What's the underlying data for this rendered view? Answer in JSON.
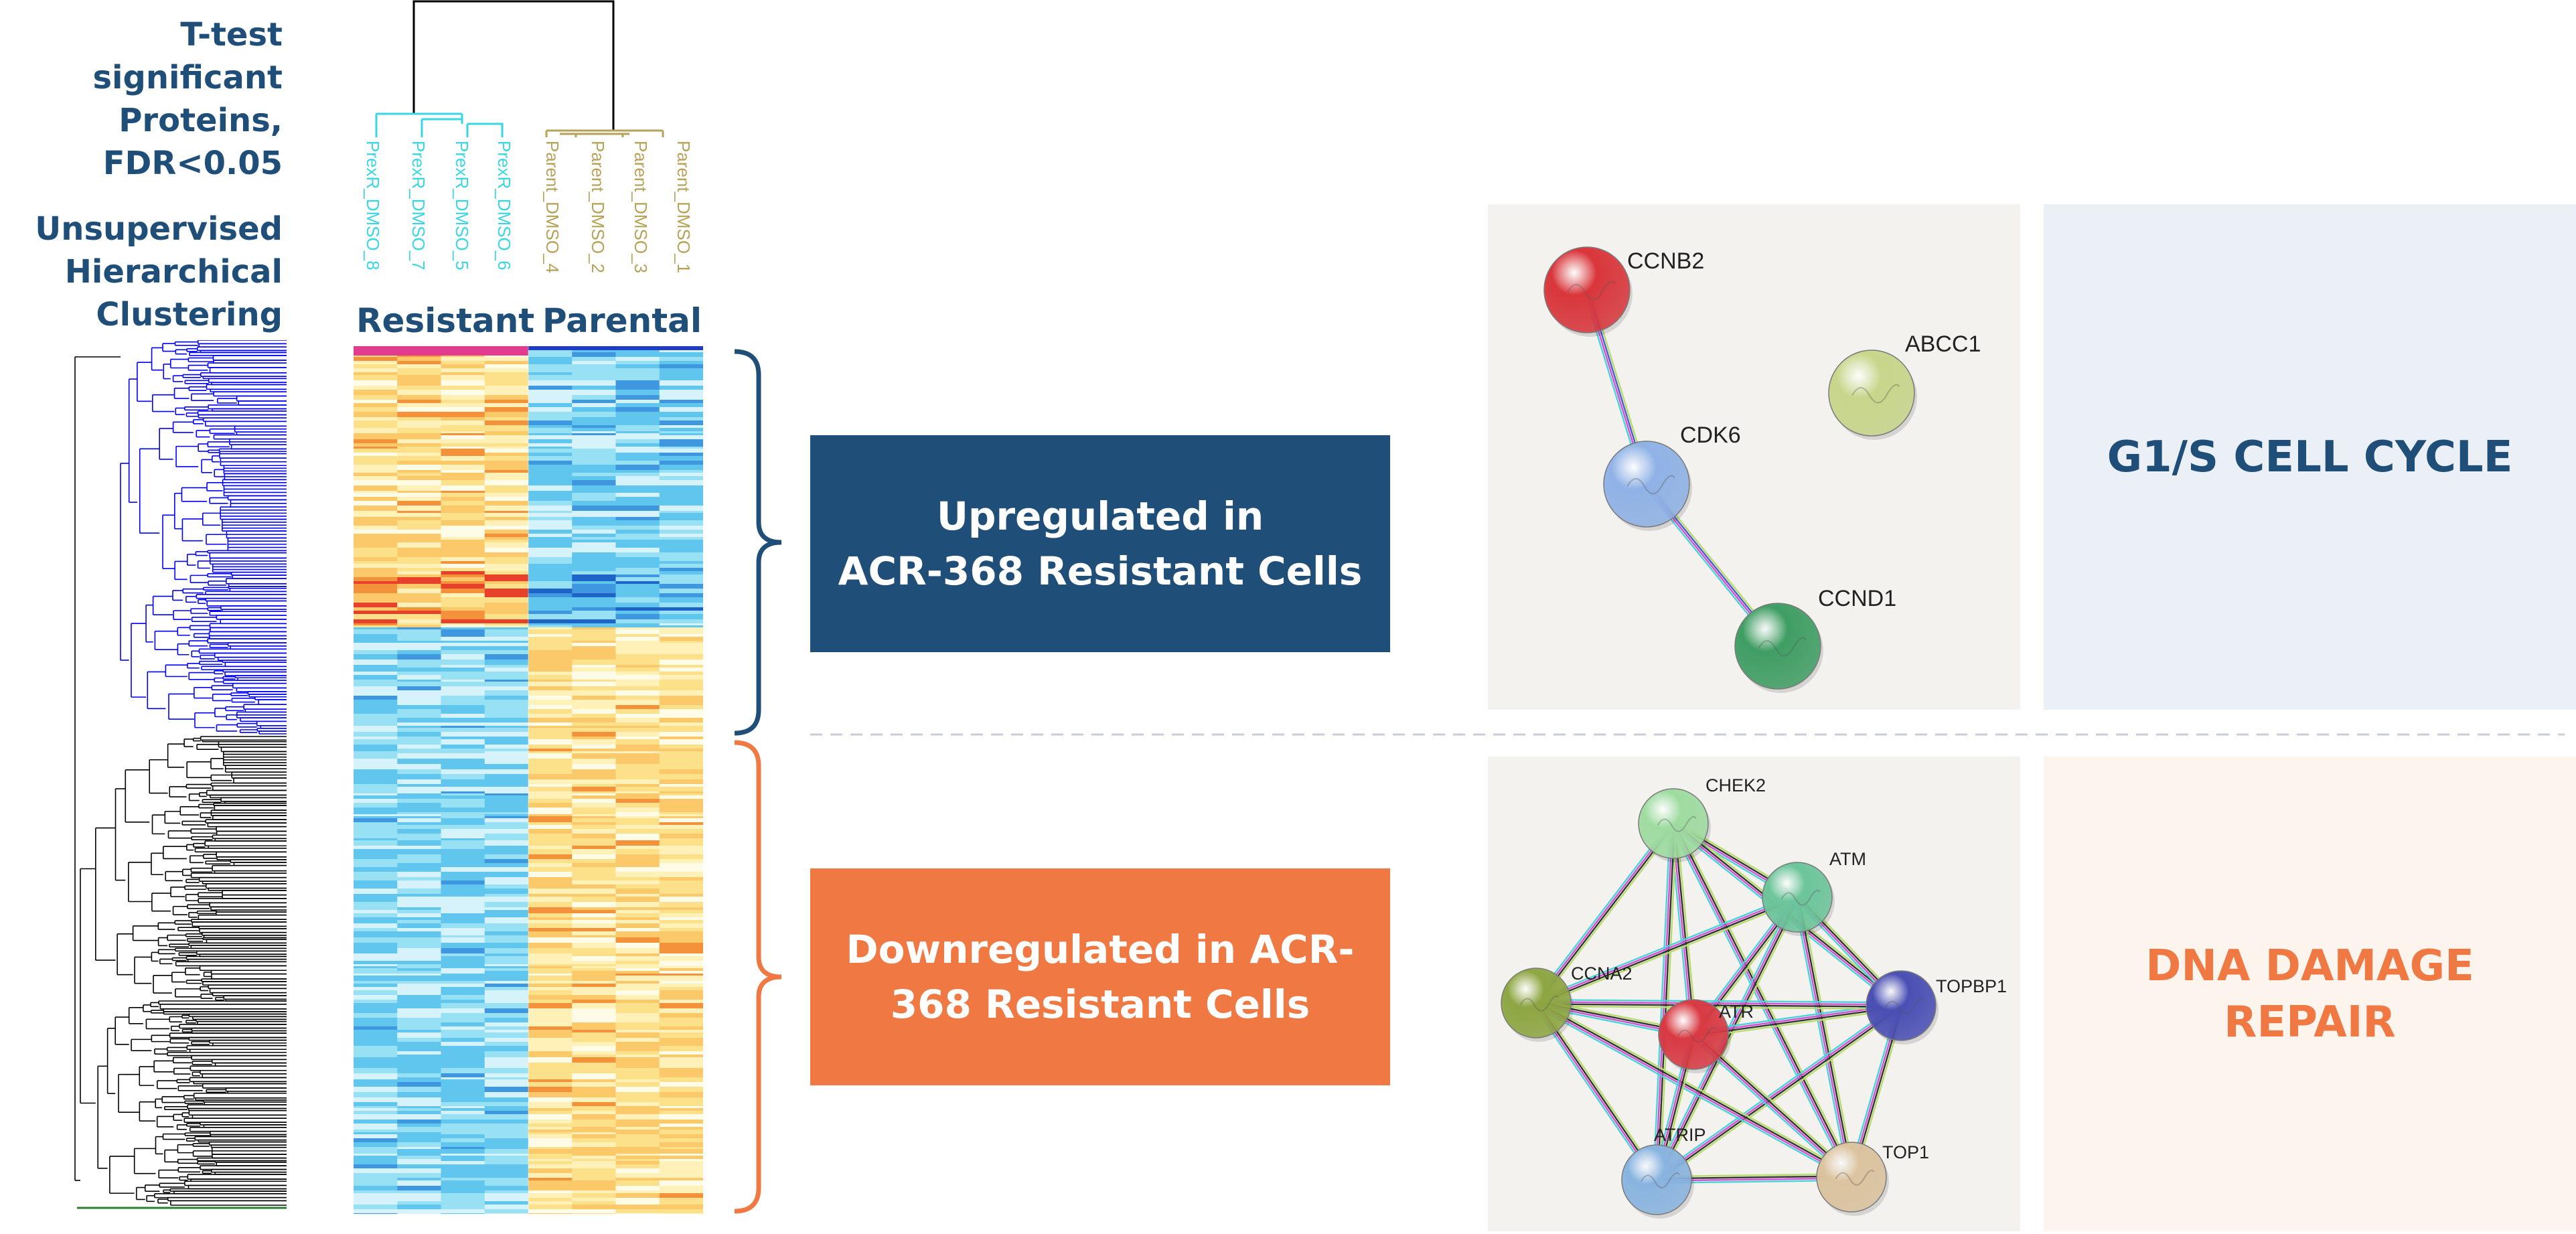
{
  "left_titles": {
    "ttest": "T-test significant\nProteins,\nFDR<0.05",
    "clustering": "Unsupervised\nHierarchical\nClustering"
  },
  "samples": {
    "resistant": [
      "PrexR_DMSO_8",
      "PrexR_DMSO_7",
      "PrexR_DMSO_5",
      "PrexR_DMSO_6"
    ],
    "parental": [
      "Parent_DMSO_4",
      "Parent_DMSO_2",
      "Parent_DMSO_3",
      "Parent_DMSO_1"
    ]
  },
  "group_labels": {
    "resistant": "Resistant",
    "parental": "Parental"
  },
  "boxes": {
    "up": "Upregulated in\nACR-368 Resistant Cells",
    "down": "Downregulated in ACR-\n368 Resistant Cells"
  },
  "categories": {
    "top": "G1/S CELL CYCLE",
    "bottom": "DNA DAMAGE\nREPAIR"
  },
  "network_top": {
    "nodes": [
      {
        "id": "CCNB2",
        "color": "#d9363b"
      },
      {
        "id": "ABCC1",
        "color": "#c7d68a"
      },
      {
        "id": "CDK6",
        "color": "#8fb2e6"
      },
      {
        "id": "CCND1",
        "color": "#3f9e63"
      }
    ]
  },
  "network_bottom": {
    "nodes": [
      {
        "id": "CHEK2",
        "color": "#9fdca1"
      },
      {
        "id": "ATM",
        "color": "#6cc59b"
      },
      {
        "id": "TOPBP1",
        "color": "#4a4fb4"
      },
      {
        "id": "CCNA2",
        "color": "#8ea642"
      },
      {
        "id": "ATR",
        "color": "#d93a43"
      },
      {
        "id": "ATRIP",
        "color": "#89b4e0"
      },
      {
        "id": "TOP1",
        "color": "#dbc39e"
      }
    ]
  },
  "colors": {
    "navy": "#1f4e79",
    "up_box": "#1f4e79",
    "down_box": "#f07843",
    "dendro_up": "#0000ff",
    "dendro_down": "#000000",
    "resistant_samples": "#3ad6e4",
    "parental_samples": "#b7a25a",
    "top_panel_bg": "#f3f2ef",
    "top_category_bg": "#eaf0f5",
    "bottom_category_bg": "#fdf4ee",
    "down_text": "#f07843"
  }
}
